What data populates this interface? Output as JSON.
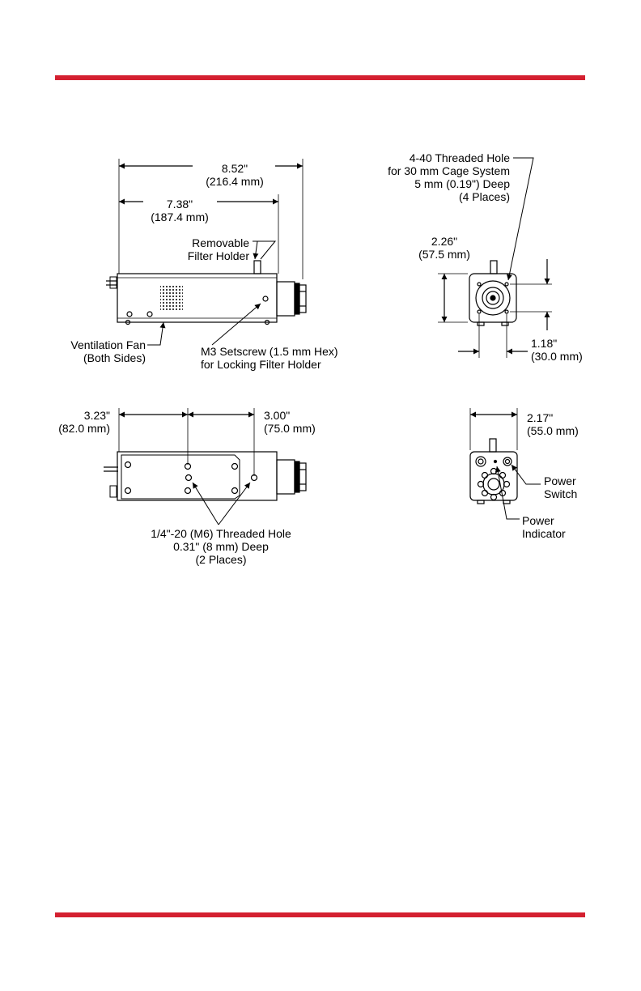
{
  "colors": {
    "accent": "#d42030",
    "ink": "#000000",
    "part_fill": "#ffffff"
  },
  "side_view": {
    "overall_length": {
      "in": "8.52\"",
      "mm": "(216.4 mm)"
    },
    "body_length": {
      "in": "7.38\"",
      "mm": "(187.4 mm)"
    },
    "filter_holder": [
      "Removable",
      "Filter Holder"
    ],
    "fan": [
      "Ventilation Fan",
      "(Both Sides)"
    ],
    "setscrew": [
      "M3 Setscrew (1.5 mm Hex)",
      "for Locking Filter Holder"
    ]
  },
  "front_view": {
    "cage_hole": [
      "4-40 Threaded Hole",
      "for 30 mm Cage System",
      "5 mm (0.19\") Deep",
      "(4 Places)"
    ],
    "height": {
      "in": "2.26\"",
      "mm": "(57.5 mm)"
    },
    "cage_spacing": {
      "in": "1.18\"",
      "mm": "(30.0 mm)"
    }
  },
  "bottom_view": {
    "dim_a": {
      "in": "3.23\"",
      "mm": "(82.0 mm)"
    },
    "dim_b": {
      "in": "3.00\"",
      "mm": "(75.0 mm)"
    },
    "threaded_hole": [
      "1/4\"-20 (M6) Threaded Hole",
      "0.31\" (8 mm) Deep",
      "(2 Places)"
    ]
  },
  "back_view": {
    "width": {
      "in": "2.17\"",
      "mm": "(55.0 mm)"
    },
    "power_switch": [
      "Power",
      "Switch"
    ],
    "power_indicator": [
      "Power",
      "Indicator"
    ]
  }
}
